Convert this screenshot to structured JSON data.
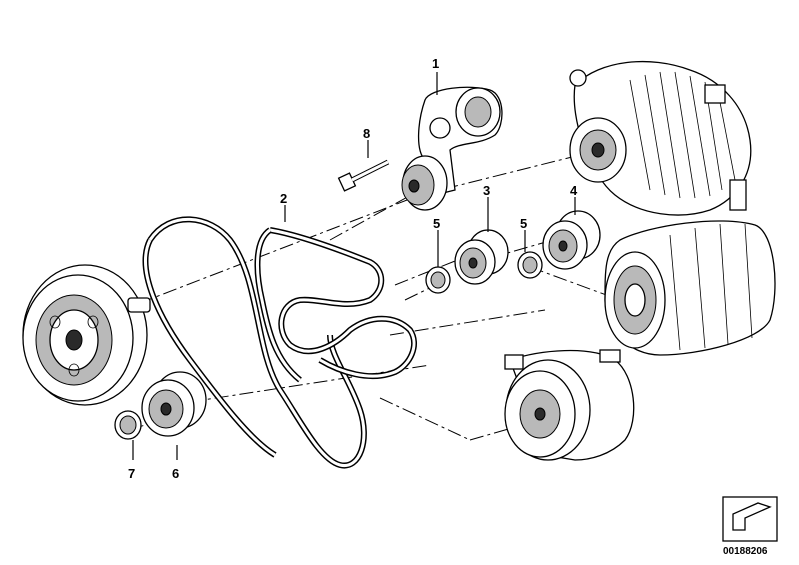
{
  "diagram": {
    "reference_number": "00188206",
    "callouts": [
      "1",
      "2",
      "3",
      "4",
      "5",
      "5",
      "6",
      "7",
      "8"
    ],
    "parts": [
      "belt-tensioner",
      "drive-belt",
      "idler-pulley-3",
      "idler-pulley-4",
      "cover-cap-5",
      "cover-cap-5b",
      "idler-pulley-6",
      "cover-cap-7",
      "bolt-8",
      "crankshaft-vibration-damper",
      "alternator",
      "ac-compressor",
      "power-steering-pump"
    ]
  }
}
